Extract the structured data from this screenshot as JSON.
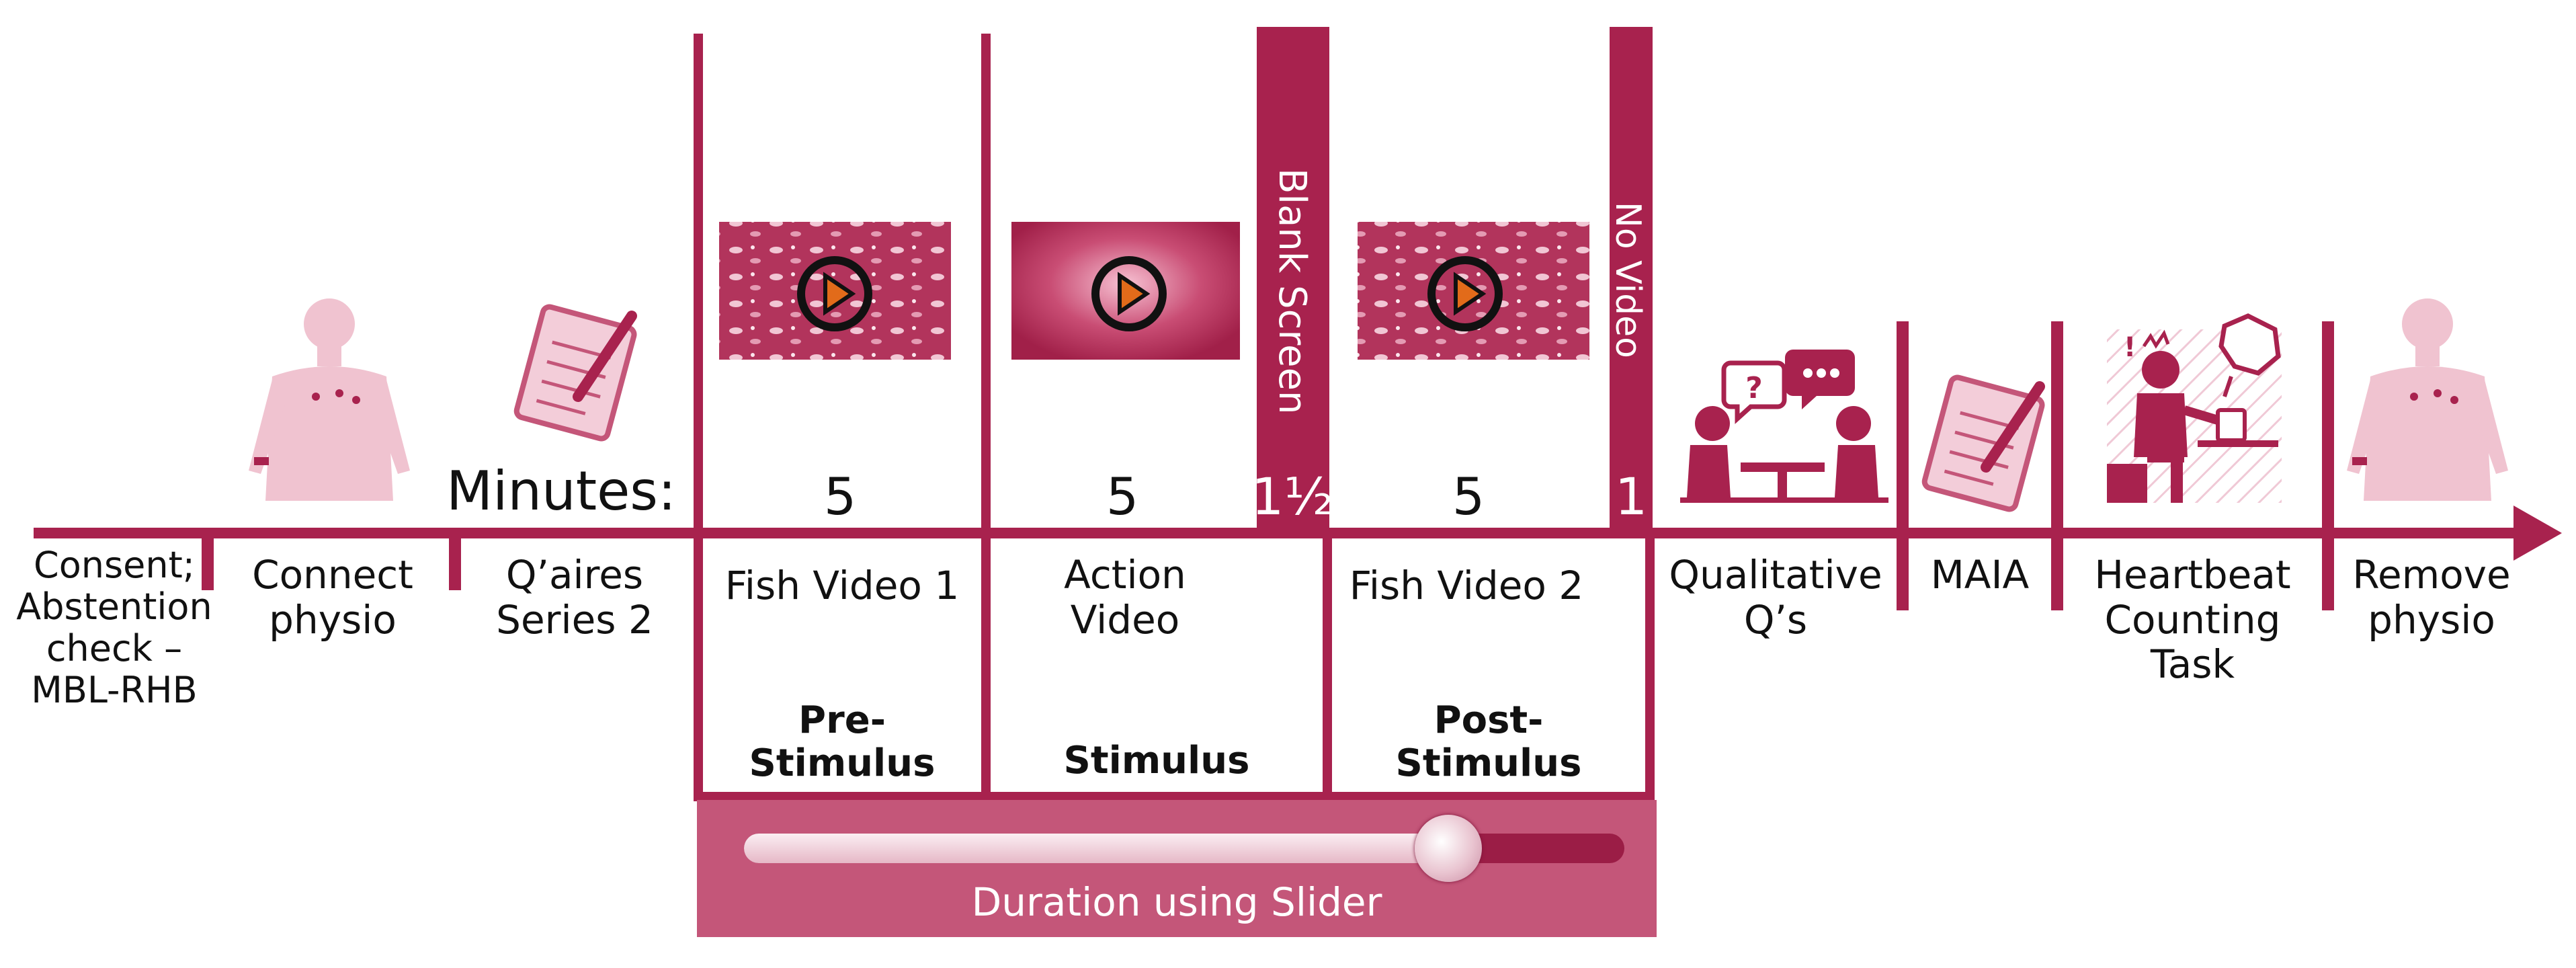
{
  "colors": {
    "accent": "#a8224e",
    "light": "#c45679",
    "pale": "#f2c9d6",
    "ink": "#111111"
  },
  "labels": {
    "minutes": "Minutes:",
    "consent": "Consent;\nAbstention\ncheck –\nMBL-RHB",
    "connect": "Connect\nphysio",
    "qaires": "Q’aires\nSeries 2",
    "fish1": "Fish Video 1",
    "action": "Action\nVideo",
    "fish2": "Fish Video 2",
    "qual": "Qualitative\nQ’s",
    "maia": "MAIA",
    "heartbeat": "Heartbeat\nCounting\nTask",
    "remove": "Remove\nphysio"
  },
  "durations": {
    "pre": "5",
    "stim": "5",
    "blank": "1½",
    "post": "5",
    "novideo": "1"
  },
  "vertical": {
    "blank": "Blank Screen",
    "novideo": "No Video"
  },
  "phases": {
    "pre": "Pre-\nStimulus",
    "stim": "Stimulus",
    "post": "Post-\nStimulus"
  },
  "slider": {
    "label": "Duration using Slider",
    "value": 0.8
  },
  "icons": {
    "physio_left": "human-body-electrodes-icon",
    "notepad_left": "notepad-icon",
    "video1": "fish-video-play-icon",
    "video2": "action-video-play-icon",
    "video3": "fish-video-play-icon",
    "interview": "interview-icon",
    "notepad_right": "notepad-icon",
    "heartbeat": "heartbeat-task-icon",
    "physio_right": "human-body-electrodes-icon"
  }
}
